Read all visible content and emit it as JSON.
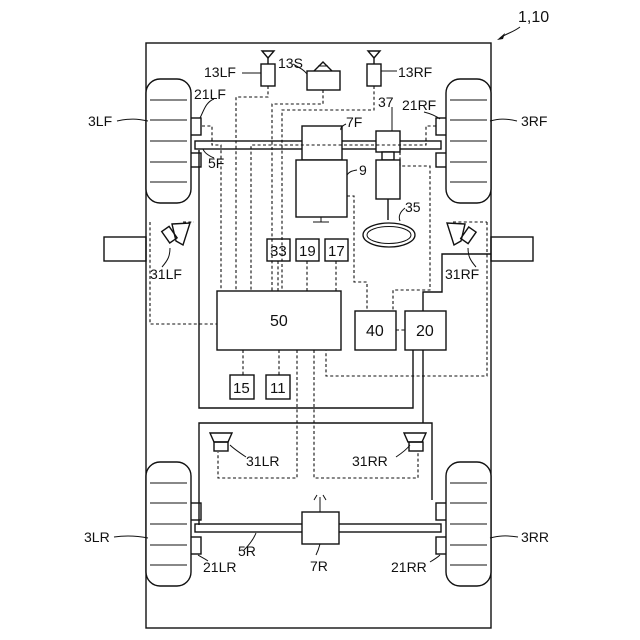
{
  "figure_label": "1,10",
  "wheels": {
    "lf": "3LF",
    "rf": "3RF",
    "lr": "3LR",
    "rr": "3RR"
  },
  "wheel_sensors": {
    "lf": "21LF",
    "rf": "21RF",
    "lr": "21LR",
    "rr": "21RR"
  },
  "axles": {
    "front": "5F",
    "rear": "5R"
  },
  "antennas": {
    "lf": "13LF",
    "rf": "13RF",
    "s": "13S"
  },
  "components": {
    "front_drive": "7F",
    "engine": "9",
    "steering_sensor": "37",
    "steering_wheel": "35",
    "controller": "50",
    "unit_40": "40",
    "unit_20": "20",
    "box_33": "33",
    "box_19": "19",
    "box_17": "17",
    "box_15": "15",
    "box_11": "11",
    "rear_drive": "7R"
  },
  "speakers": {
    "lf": "31LF",
    "rf": "31RF",
    "lr": "31LR",
    "rr": "31RR"
  }
}
